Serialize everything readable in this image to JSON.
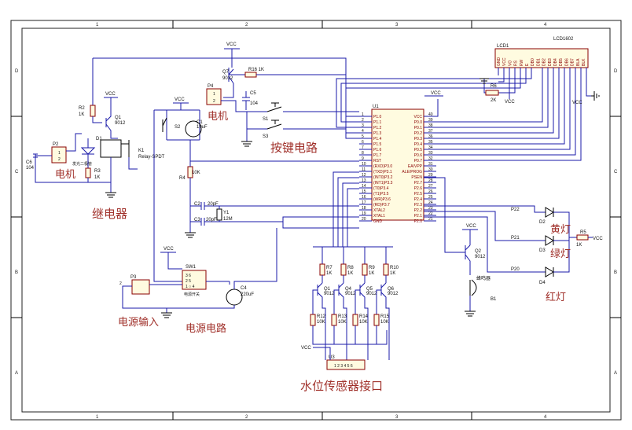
{
  "frame": {
    "col_labels": [
      "1",
      "2",
      "3",
      "4"
    ],
    "row_labels": [
      "D",
      "C",
      "B",
      "A"
    ]
  },
  "section_labels": {
    "keys": "按键电路",
    "relay": "继电器",
    "motor_left": "电机",
    "motor_top": "电机",
    "power_in": "电源输入",
    "power_circuit": "电源电路",
    "water_sensor": "水位传感器接口",
    "yellow": "黄灯",
    "green": "绿灯",
    "red": "红灯"
  },
  "parts": {
    "vcc": "VCC",
    "lcd_ref": "LCD1",
    "lcd_name": "LCD1602",
    "lcd_pins": [
      "GND",
      "VCC",
      "VO",
      "RS",
      "RW",
      "E",
      "DB0",
      "DB1",
      "DB2",
      "DB3",
      "DB4",
      "DB5",
      "DB6",
      "DB7",
      "BLA",
      "BLK"
    ],
    "u1": "U1",
    "mcu_left": [
      "P1.0",
      "P1.1",
      "P1.2",
      "P1.3",
      "P1.4",
      "P1.5",
      "P1.6",
      "P1.7",
      "RST",
      "(RXD)P3.0",
      "(TXD)P3.1",
      "(INT0)P3.2",
      "(INT1)P3.3",
      "(T0)P3.4",
      "(T1)P3.5",
      "(WR)P3.6",
      "(RD)P3.7",
      "XTAL2",
      "XTAL1",
      "GND"
    ],
    "mcu_left_nums": [
      "1",
      "2",
      "3",
      "4",
      "5",
      "6",
      "7",
      "8",
      "9",
      "10",
      "11",
      "12",
      "13",
      "14",
      "15",
      "16",
      "17",
      "18",
      "19",
      "20"
    ],
    "mcu_right": [
      "VCC",
      "P0.0",
      "P0.1",
      "P0.2",
      "P0.3",
      "P0.4",
      "P0.5",
      "P0.6",
      "P0.7",
      "EA/VPP",
      "ALE/PROG",
      "PSEN",
      "P2.7",
      "P2.6",
      "P2.5",
      "P2.4",
      "P2.3",
      "P2.2",
      "P2.1",
      "P2.0"
    ],
    "mcu_right_nums": [
      "40",
      "39",
      "38",
      "37",
      "36",
      "35",
      "34",
      "33",
      "32",
      "31",
      "30",
      "29",
      "28",
      "27",
      "26",
      "25",
      "24",
      "23",
      "22",
      "21"
    ],
    "q7": "Q7",
    "q7_t": "9012",
    "r16": "R16  1K",
    "p4": "P4",
    "c5": "C5",
    "c5_v": "104",
    "s1": "S1",
    "s3": "S3",
    "r6": "R6",
    "r6_v": "2K",
    "r2": "R2",
    "r2_v": "1K",
    "q1": "Q1",
    "q1_t": "9012",
    "p2": "P2",
    "c6": "C6",
    "c6_v": "104",
    "d1": "D1",
    "d1_t": "发光二极管",
    "r3": "R3",
    "r3_v": "1K",
    "k1": "K1",
    "k1_t": "Relay-SPDT",
    "c1": "C1",
    "c1_v": "10uF",
    "s2": "S2",
    "r4": "R4",
    "r4_v": "10K",
    "c2": "C2",
    "c2_v": "20pF",
    "c3": "C3",
    "c3_v": "20pF",
    "y1": "Y1",
    "y1_v": "12M",
    "sw1": "SW1",
    "sw1_t": "电源开关",
    "p3": "P3",
    "c4": "C4",
    "c4_v": "220uF",
    "q_row": [
      "Q1",
      "Q4",
      "Q5",
      "Q6"
    ],
    "q_row_t": "9012",
    "r_top": [
      "R7",
      "R8",
      "R9",
      "R10"
    ],
    "r_top_v": "1K",
    "r_bot": [
      "R12",
      "R13",
      "R14",
      "R15"
    ],
    "r_bot_v": "10K",
    "u3": "U3",
    "q2": "Q2",
    "q2_t": "9012",
    "b1": "B1",
    "b1_t": "蜂鸣器",
    "p22": "P22",
    "p21": "P21",
    "p20": "P20",
    "d2": "D2",
    "d3": "D3",
    "d4": "D4",
    "r5": "R5",
    "r5_v": "1K"
  }
}
